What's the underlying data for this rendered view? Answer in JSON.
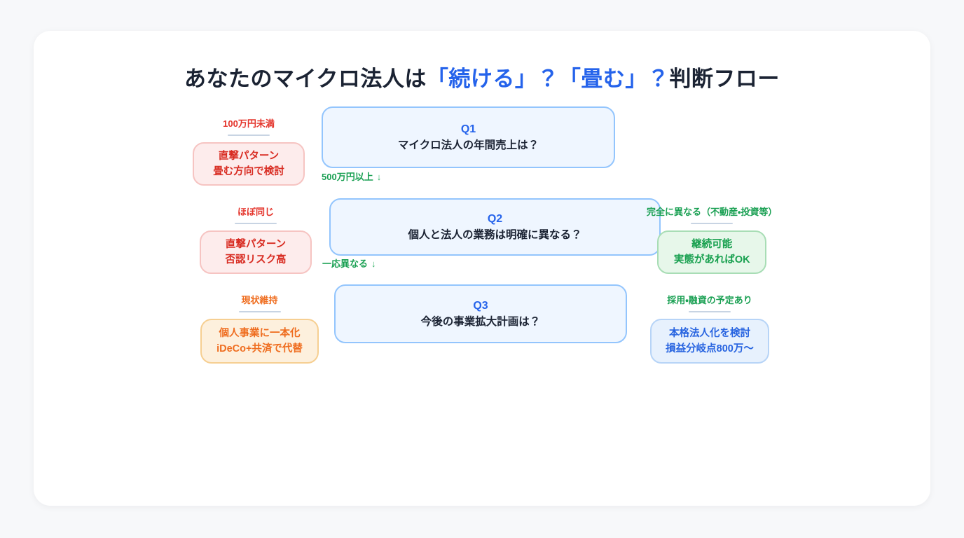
{
  "page": {
    "background_color": "#f7f8fa",
    "panel_color": "#ffffff"
  },
  "title": {
    "part1": "あなたのマイクロ法人は",
    "highlight1": "「続ける」？「畳む」？",
    "part2": "判断フロー",
    "full": "あなたのマイクロ法人は「続ける」？「畳む」？判断フロー",
    "text_color": "#1b2333",
    "highlight_color": "#2563eb"
  },
  "flow": {
    "questions": [
      {
        "id": "Q1",
        "text": "マイクロ法人の年間売上は？",
        "fill": "#eff6ff",
        "border": "#93c5fd",
        "id_color": "#2563eb"
      },
      {
        "id": "Q2",
        "text": "個人と法人の業務は明確に異なる？",
        "fill": "#eff6ff",
        "border": "#93c5fd",
        "id_color": "#2563eb"
      },
      {
        "id": "Q3",
        "text": "今後の事業拡大計画は？",
        "fill": "#eff6ff",
        "border": "#93c5fd",
        "id_color": "#2563eb"
      }
    ],
    "edges": [
      {
        "label": "500万円以上",
        "arrow": "↓",
        "color": "#1aa053",
        "from": "Q1",
        "to": "Q2"
      },
      {
        "label": "一応異なる",
        "arrow": "↓",
        "color": "#1aa053",
        "from": "Q2",
        "to": "Q3"
      }
    ],
    "outcomes": [
      {
        "condition": "100万円未満",
        "line1": "直撃パターン",
        "line2": "畳む方向で検討",
        "variant": "red",
        "condition_color": "#e4342b",
        "card_fill": "#fdecec",
        "card_border": "#f6c4c2",
        "card_text_color": "#d82c22",
        "from": "Q1",
        "side": "left"
      },
      {
        "condition": "ほぼ同じ",
        "line1": "直撃パターン",
        "line2": "否認リスク高",
        "variant": "red",
        "condition_color": "#e4342b",
        "card_fill": "#fdecec",
        "card_border": "#f6c4c2",
        "card_text_color": "#d82c22",
        "from": "Q2",
        "side": "left"
      },
      {
        "condition": "現状維持",
        "line1": "個人事業に一本化",
        "line2": "iDeCo+共済で代替",
        "variant": "orange",
        "condition_color": "#ef6d1f",
        "card_fill": "#fdf0dd",
        "card_border": "#f6cf92",
        "card_text_color": "#ef6d1f",
        "from": "Q3",
        "side": "left"
      },
      {
        "condition": "完全に異なる（不動産・投資等）",
        "line1": "継続可能",
        "line2": "実態があればOK",
        "variant": "green",
        "condition_color": "#1aa053",
        "card_fill": "#e7f7ea",
        "card_border": "#a8ddb5",
        "card_text_color": "#18a04f",
        "from": "Q2",
        "side": "right"
      },
      {
        "condition": "採用・融資の予定あり",
        "line1": "本格法人化を検討",
        "line2": "損益分岐点800万〜",
        "variant": "blue",
        "condition_color": "#1aa053",
        "card_fill": "#e7f1fd",
        "card_border": "#b7d4f7",
        "card_text_color": "#2663e0",
        "from": "Q3",
        "side": "right"
      }
    ]
  }
}
